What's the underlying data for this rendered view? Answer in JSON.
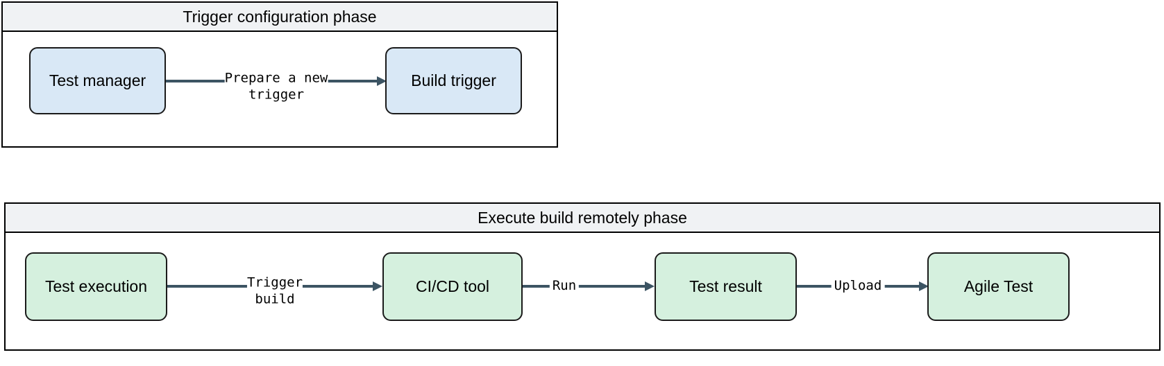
{
  "diagram": {
    "type": "flowchart",
    "background": "#ffffff",
    "palette": {
      "node_blue_fill": "#d9e8f6",
      "node_green_fill": "#d5f0de",
      "node_stroke": "#1a1a1a",
      "edge_stroke": "#3c5463",
      "phase_header_fill": "#f0f2f4",
      "phase_border": "#000000",
      "text": "#000000"
    },
    "phases": [
      {
        "id": "trigger-configuration-phase",
        "title": "Trigger configuration phase",
        "nodes": [
          {
            "id": "test-manager",
            "label": "Test manager",
            "color": "blue"
          },
          {
            "id": "build-trigger",
            "label": "Build trigger",
            "color": "blue"
          }
        ],
        "edges": [
          {
            "id": "prepare-a-new-trigger",
            "from": "test-manager",
            "to": "build-trigger",
            "label": "Prepare a new\ntrigger",
            "label_position": "above"
          }
        ]
      },
      {
        "id": "execute-build-remotely-phase",
        "title": "Execute build remotely phase",
        "nodes": [
          {
            "id": "test-execution",
            "label": "Test execution",
            "color": "green"
          },
          {
            "id": "ci-cd-tool",
            "label": "CI/CD tool",
            "color": "green"
          },
          {
            "id": "test-result",
            "label": "Test result",
            "color": "green"
          },
          {
            "id": "agile-test",
            "label": "Agile Test",
            "color": "green"
          }
        ],
        "edges": [
          {
            "id": "trigger-build",
            "from": "test-execution",
            "to": "ci-cd-tool",
            "label": "Trigger\nbuild",
            "label_position": "above"
          },
          {
            "id": "run",
            "from": "ci-cd-tool",
            "to": "test-result",
            "label": "Run",
            "label_position": "inline"
          },
          {
            "id": "upload",
            "from": "test-result",
            "to": "agile-test",
            "label": "Upload",
            "label_position": "inline"
          }
        ]
      }
    ]
  }
}
